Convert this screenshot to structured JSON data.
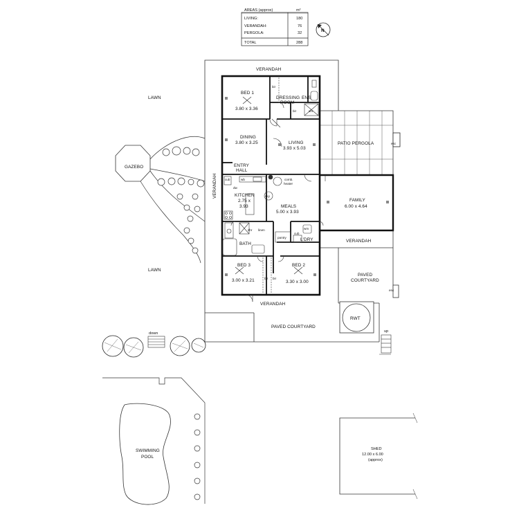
{
  "areas": {
    "title": "AREAS (approx)",
    "unit": "m²",
    "rows": [
      {
        "label": "LIVING:",
        "value": "180"
      },
      {
        "label": "VERANDAH:",
        "value": "76"
      },
      {
        "label": "PERGOLA:",
        "value": "32"
      }
    ],
    "total": {
      "label": "TOTAL",
      "value": "288"
    }
  },
  "north_label": "N",
  "rooms": {
    "verandah_top": "VERANDAH",
    "verandah_side": "VERANDAH",
    "verandah_right": "VERANDAH",
    "verandah_bottom": "VERANDAH",
    "bed1": {
      "name": "BED 1",
      "size": "3.80 x 3.36"
    },
    "dressing": {
      "line1": "DRESSING",
      "line2": "ROOM"
    },
    "ens": "ENS",
    "dining": {
      "name": "DINING",
      "size": "3.80 x 3.25"
    },
    "living": {
      "name": "LIVING",
      "size": "3.93 x 5.03"
    },
    "patio": "PATIO PERGOLA",
    "entry": {
      "line1": "ENTRY",
      "line2": "HALL"
    },
    "kitchen": {
      "name": "KITCHEN",
      "size1": "2.75 x",
      "size2": "3.93"
    },
    "sky": "sky",
    "meals": {
      "name": "MEALS",
      "size": "5.00 x 3.93"
    },
    "comb": {
      "line1": "comb.",
      "line2": "heater"
    },
    "family": {
      "name": "FAMILY",
      "size": "6.00 x 4.64"
    },
    "bath": "BATH",
    "ldry": "L'DRY",
    "pantry": "pantry",
    "bed3": {
      "name": "BED 3",
      "size": "3.00 x 3.21"
    },
    "bed2": {
      "name": "BED 2",
      "size": "3.30 x 3.00"
    },
    "paved_right": {
      "line1": "PAVED",
      "line2": "COURTYARD"
    },
    "paved_bottom": "PAVED COURTYARD",
    "rwt": "RWT",
    "gazebo": "GAZEBO",
    "lawn_top": "LAWN",
    "lawn_bottom": "LAWN",
    "pool": {
      "line1": "SWIMMING",
      "line2": "POOL"
    },
    "shed": {
      "line1": "SHED",
      "line2": "12.00 x 6.00",
      "line3": "(approx)"
    },
    "down": "down",
    "up": "up"
  },
  "fixtures": {
    "bir": "bir",
    "shr": "shr",
    "wir": "wir",
    "cub": "cub",
    "wb": "wb",
    "dw": "dw",
    "linen": "linen",
    "wm": "wm",
    "esc": "esc"
  }
}
